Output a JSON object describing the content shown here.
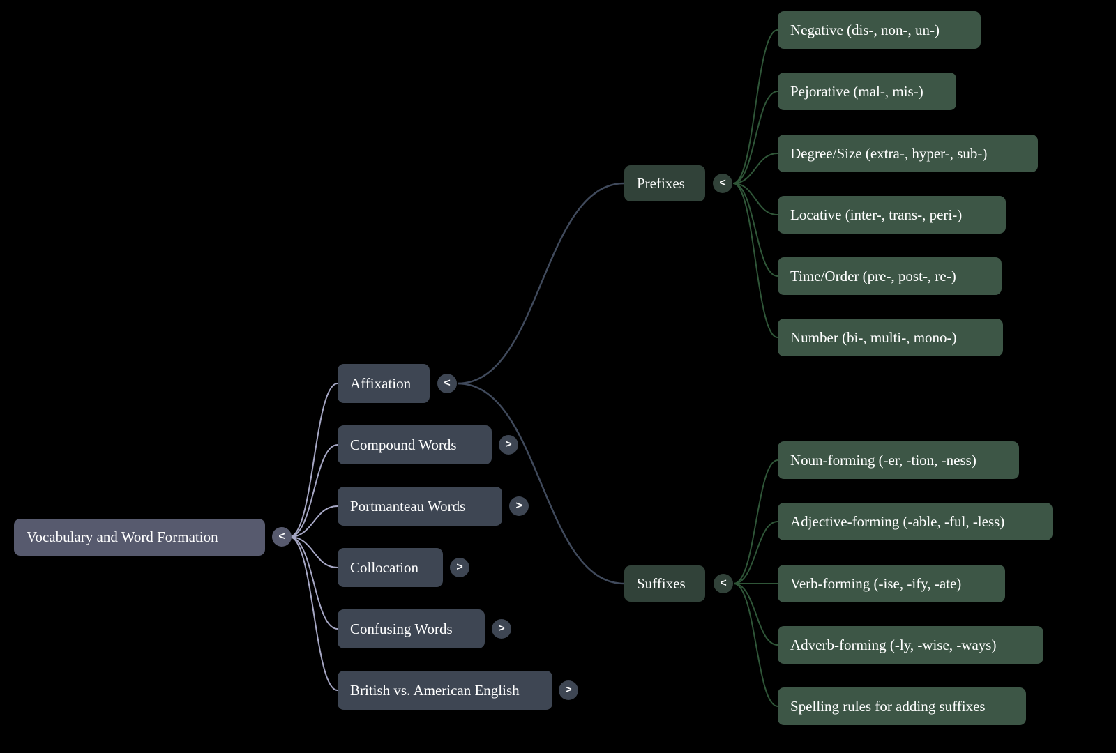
{
  "colors": {
    "background": "#000000",
    "root_node": "#575a6e",
    "branch_node": "#3e4653",
    "topic_node": "#314239",
    "leaf_node": "#3d5646",
    "root_edge": "#a6a7c4",
    "branch_edge": "#404a5c",
    "leaf_edge": "#2f5638",
    "text": "#ffffff"
  },
  "mindmap": {
    "root": {
      "label": "Vocabulary and Word Formation",
      "toggle": "<"
    },
    "branches": [
      {
        "label": "Affixation",
        "toggle": "<",
        "children": [
          {
            "label": "Prefixes",
            "toggle": "<",
            "children": [
              {
                "label": "Negative (dis-, non-, un-)"
              },
              {
                "label": "Pejorative (mal-, mis-)"
              },
              {
                "label": "Degree/Size (extra-, hyper-, sub-)"
              },
              {
                "label": "Locative (inter-, trans-, peri-)"
              },
              {
                "label": "Time/Order (pre-, post-, re-)"
              },
              {
                "label": "Number (bi-, multi-, mono-)"
              }
            ]
          },
          {
            "label": "Suffixes",
            "toggle": "<",
            "children": [
              {
                "label": "Noun-forming (-er, -tion, -ness)"
              },
              {
                "label": "Adjective-forming (-able, -ful, -less)"
              },
              {
                "label": "Verb-forming (-ise, -ify, -ate)"
              },
              {
                "label": "Adverb-forming (-ly, -wise, -ways)"
              },
              {
                "label": "Spelling rules for adding suffixes"
              }
            ]
          }
        ]
      },
      {
        "label": "Compound Words",
        "toggle": ">"
      },
      {
        "label": "Portmanteau Words",
        "toggle": ">"
      },
      {
        "label": "Collocation",
        "toggle": ">"
      },
      {
        "label": "Confusing Words",
        "toggle": ">"
      },
      {
        "label": "British vs. American English",
        "toggle": ">"
      }
    ]
  }
}
